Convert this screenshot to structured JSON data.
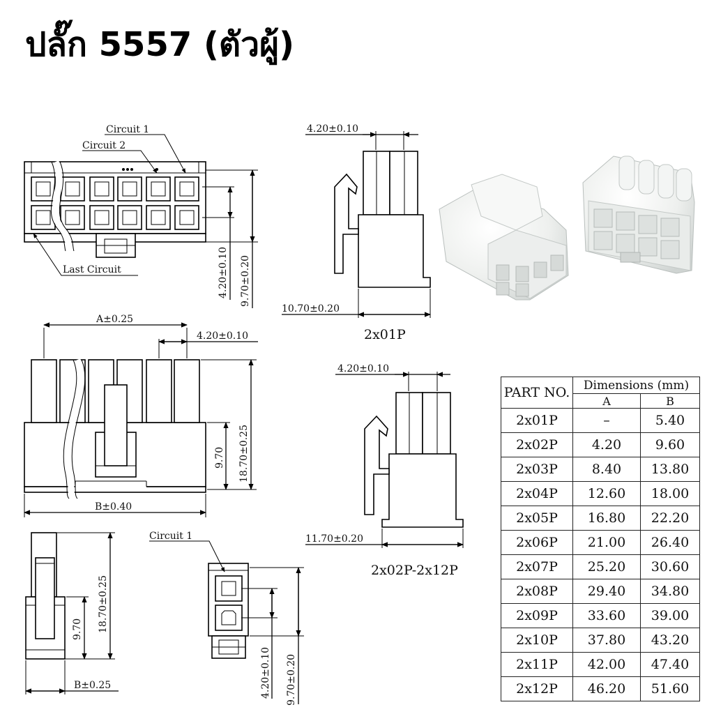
{
  "title": "ปลั๊ก 5557 (ตัวผู้)",
  "labels": {
    "circuit_1": "Circuit 1",
    "circuit_2": "Circuit 2",
    "last_circuit": "Last Circuit",
    "single_circuit_1": "Circuit 1"
  },
  "dimensions": {
    "pitch_top": "4.20±0.10",
    "front_pitch_v": "4.20±0.10",
    "front_height_v": "9.70±0.20",
    "side1_width": "10.70±0.20",
    "a_dim": "A±0.25",
    "side_pitch": "4.20±0.10",
    "height_1870": "18.70±0.25",
    "height_970": "9.70",
    "b_dim": "B±0.40",
    "side2_pitch": "4.20±0.10",
    "side2_width": "11.70±0.20",
    "end_height_1870": "18.70±0.25",
    "end_height_970": "9.70",
    "end_b": "B±0.25",
    "single_pitch_v": "4.20±0.10",
    "single_height_v": "9.70±0.20"
  },
  "captions": {
    "side1": "2x01P",
    "side2": "2x02P-2x12P"
  },
  "table": {
    "part_header": "PART NO.",
    "dim_header": "Dimensions (mm)",
    "col_a": "A",
    "col_b": "B",
    "rows": [
      {
        "part": "2x01P",
        "a": "–",
        "b": "5.40"
      },
      {
        "part": "2x02P",
        "a": "4.20",
        "b": "9.60"
      },
      {
        "part": "2x03P",
        "a": "8.40",
        "b": "13.80"
      },
      {
        "part": "2x04P",
        "a": "12.60",
        "b": "18.00"
      },
      {
        "part": "2x05P",
        "a": "16.80",
        "b": "22.20"
      },
      {
        "part": "2x06P",
        "a": "21.00",
        "b": "26.40"
      },
      {
        "part": "2x07P",
        "a": "25.20",
        "b": "30.60"
      },
      {
        "part": "2x08P",
        "a": "29.40",
        "b": "34.80"
      },
      {
        "part": "2x09P",
        "a": "33.60",
        "b": "39.00"
      },
      {
        "part": "2x10P",
        "a": "37.80",
        "b": "43.20"
      },
      {
        "part": "2x11P",
        "a": "42.00",
        "b": "47.40"
      },
      {
        "part": "2x12P",
        "a": "46.20",
        "b": "51.60"
      }
    ]
  }
}
